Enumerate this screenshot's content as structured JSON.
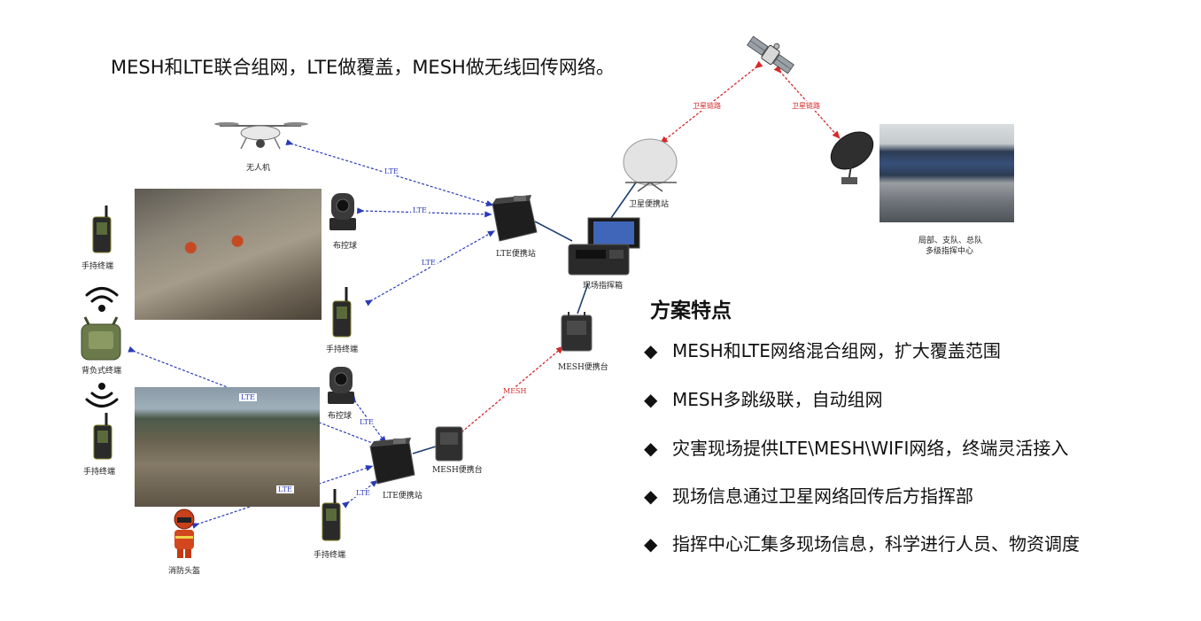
{
  "title": "MESH和LTE联合组网，LTE做覆盖，MESH做无线回传网络。",
  "devices": {
    "drone": "无人机",
    "ptz_top": "布控球",
    "lte_station_top": "LTE便携站",
    "satellite_station": "卫星便携站",
    "command_center": [
      "局部、支队、总队",
      "多级指挥中心"
    ],
    "field_command_box": "现场指挥箱",
    "handheld_left_top": "手持终端",
    "handheld_mid_top": "手持终端",
    "backpack_terminal": "背负式终端",
    "handheld_left_bottom": "手持终端",
    "mesh_portable_right": "MESH便携台",
    "ptz_bottom": "布控球",
    "mesh_portable_bottom": "MESH便携台",
    "lte_station_bottom": "LTE便携站",
    "fire_helmet": "消防头盔",
    "handheld_bottom": "手持终端"
  },
  "links": {
    "sat_left": "卫星链路",
    "sat_right": "卫星链路",
    "lte": "LTE",
    "mesh": "MESH"
  },
  "features": {
    "heading": "方案特点",
    "bullet": "◆",
    "items": [
      "MESH和LTE网络混合组网，扩大覆盖范围",
      "MESH多跳级联，自动组网",
      "灾害现场提供LTE\\MESH\\WIFI网络，终端灵活接入",
      "现场信息通过卫星网络回传后方指挥部",
      "指挥中心汇集多现场信息，科学进行人员、物资调度"
    ]
  },
  "colors": {
    "lte_link": "#2a3bb8",
    "satellite_link": "#d42a2a",
    "mesh_link": "#d42a2a",
    "backhaul_link": "#1f3f6e"
  }
}
